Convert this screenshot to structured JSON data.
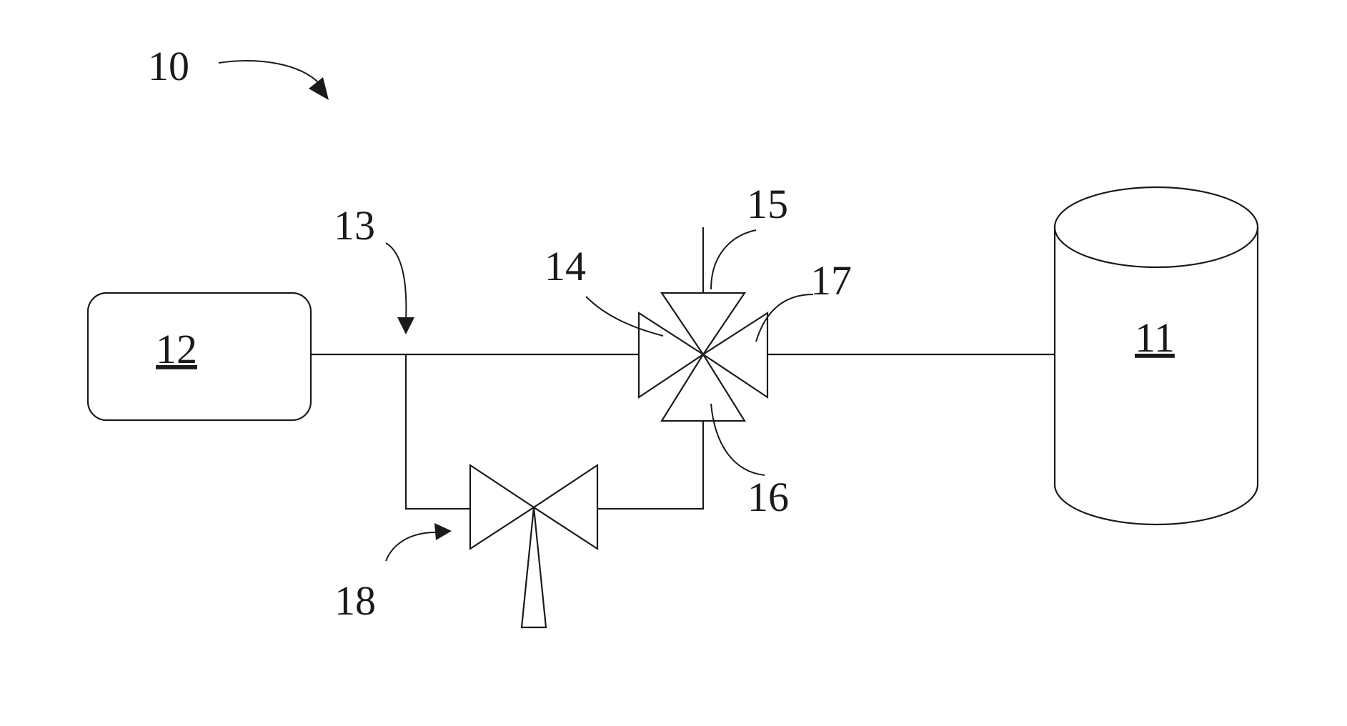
{
  "labels": {
    "system": "10",
    "tank": "11",
    "source": "12",
    "junction": "13",
    "port_inlet": "14",
    "port_top": "15",
    "port_bottom": "16",
    "port_outlet": "17",
    "bypass_valve": "18"
  }
}
